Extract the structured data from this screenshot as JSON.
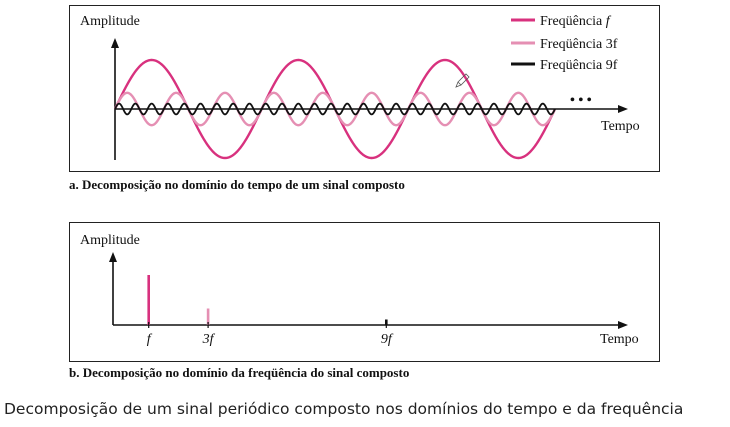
{
  "chart_data": [
    {
      "type": "line",
      "ylabel": "Amplitude",
      "xlabel": "Tempo",
      "continuation_marker": "• • •",
      "caption": "a. Decomposição no domínio do tempo de um sinal composto",
      "series": [
        {
          "name": "Freqüência",
          "name_suffix": "f",
          "cycles_shown": 3,
          "relative_amplitude": 1.0,
          "color": "#d8317e"
        },
        {
          "name": "Freqüência",
          "name_suffix": "3f",
          "cycles_shown": 9,
          "relative_amplitude": 0.33,
          "color": "#e58fb3"
        },
        {
          "name": "Freqüência",
          "name_suffix": "9f",
          "cycles_shown": 27,
          "relative_amplitude": 0.11,
          "color": "#111111"
        }
      ]
    },
    {
      "type": "bar",
      "ylabel": "Amplitude",
      "xlabel": "Tempo",
      "categories": [
        "f",
        "3f",
        "9f"
      ],
      "category_positions": [
        1,
        3,
        9
      ],
      "values": [
        1.0,
        0.33,
        0.11
      ],
      "colors": [
        "#d8317e",
        "#e58fb3",
        "#111111"
      ],
      "caption": "b. Decomposição no domínio da freqüência do sinal composto"
    }
  ],
  "page": {
    "caption": "Decomposição de um sinal periódico composto nos domínios do tempo e da frequência"
  }
}
